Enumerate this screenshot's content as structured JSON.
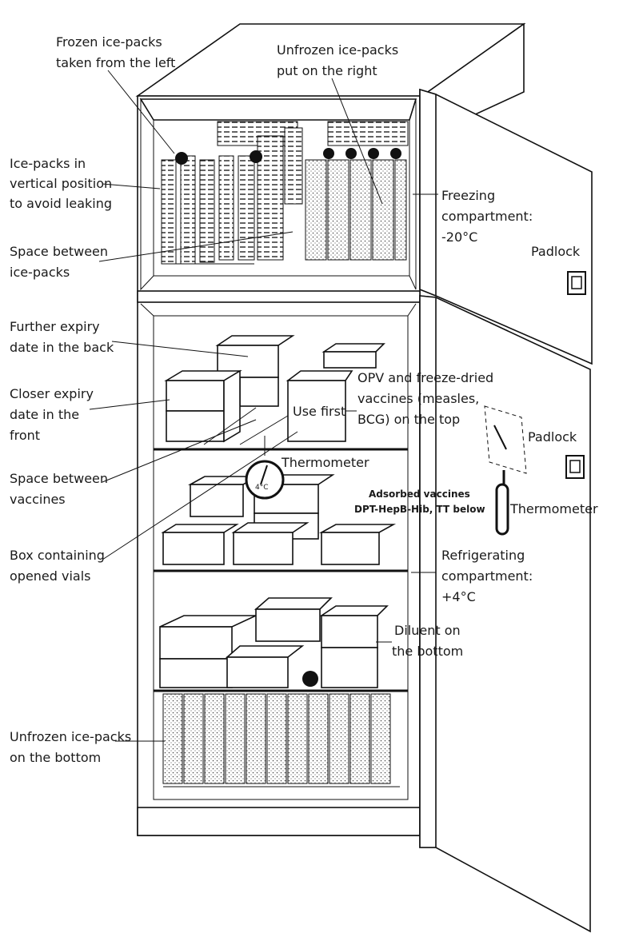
{
  "labels": {
    "frozen_taken": [
      "Frozen ice-packs",
      "taken from the left"
    ],
    "unfrozen_put": [
      "Unfrozen ice-packs",
      "put on the right"
    ],
    "vertical_position": [
      "Ice-packs in",
      "vertical position",
      "to avoid leaking"
    ],
    "space_icepacks": [
      "Space between",
      "ice-packs"
    ],
    "freezing_compartment": [
      "Freezing",
      "compartment:",
      "-20°C"
    ],
    "padlock_top": "Padlock",
    "further_expiry": [
      "Further expiry",
      "date in the back"
    ],
    "closer_expiry": [
      "Closer expiry",
      "date in the",
      "front"
    ],
    "use_first": "Use first",
    "opv_top": [
      "OPV and freeze-dried",
      "vaccines (measles,",
      "BCG) on the top"
    ],
    "padlock_bottom": "Padlock",
    "space_vaccines": [
      "Space between",
      "vaccines"
    ],
    "thermometer_inside": "Thermometer",
    "dial_reading": "4°C",
    "adsorbed": [
      "Adsorbed vaccines",
      "DPT-HepB-Hib, TT below"
    ],
    "thermometer_door": "Thermometer",
    "box_opened": [
      "Box containing",
      "opened vials"
    ],
    "refrigerating_compartment": [
      "Refrigerating",
      "compartment:",
      "+4°C"
    ],
    "diluent": [
      "Diluent on",
      "the bottom"
    ],
    "unfrozen_bottom": [
      "Unfrozen ice-packs",
      "on the bottom"
    ]
  },
  "icons": {
    "lock": "padlock-icon",
    "thermometer": "thermometer-icon",
    "dial": "dial-thermometer-icon"
  }
}
